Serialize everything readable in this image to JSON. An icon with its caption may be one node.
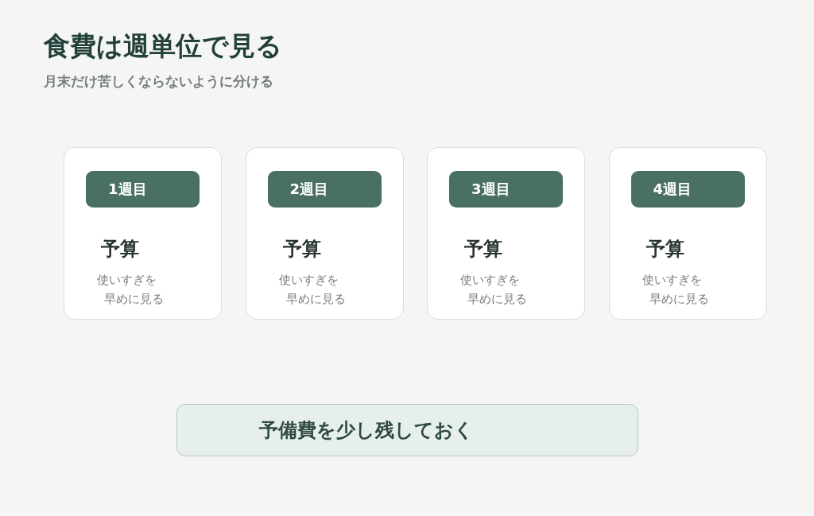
{
  "diagram": {
    "title": "食費は週単位で見る",
    "nodes": [
      {
        "text": [
          "予算",
          "使いすぎを早めに見る"
        ]
      },
      {
        "text": [
          "1週目"
        ],
        "in": 0
      },
      {
        "text": [
          "予算",
          "使いすぎを早めに見る"
        ]
      },
      {
        "text": [
          "2週目"
        ],
        "in": 2
      },
      {
        "text": [
          "予算",
          "使いすぎを早めに見る"
        ]
      },
      {
        "text": [
          "3週目"
        ],
        "in": 4
      },
      {
        "text": [
          "予算",
          "使いすぎを早めに見る"
        ]
      },
      {
        "text": [
          "4週目"
        ],
        "in": 6
      },
      {
        "text": [
          "予備費を少し残しておく"
        ]
      }
    ],
    "labels": [
      "月末だけ苦しくならないように分ける"
    ]
  }
}
